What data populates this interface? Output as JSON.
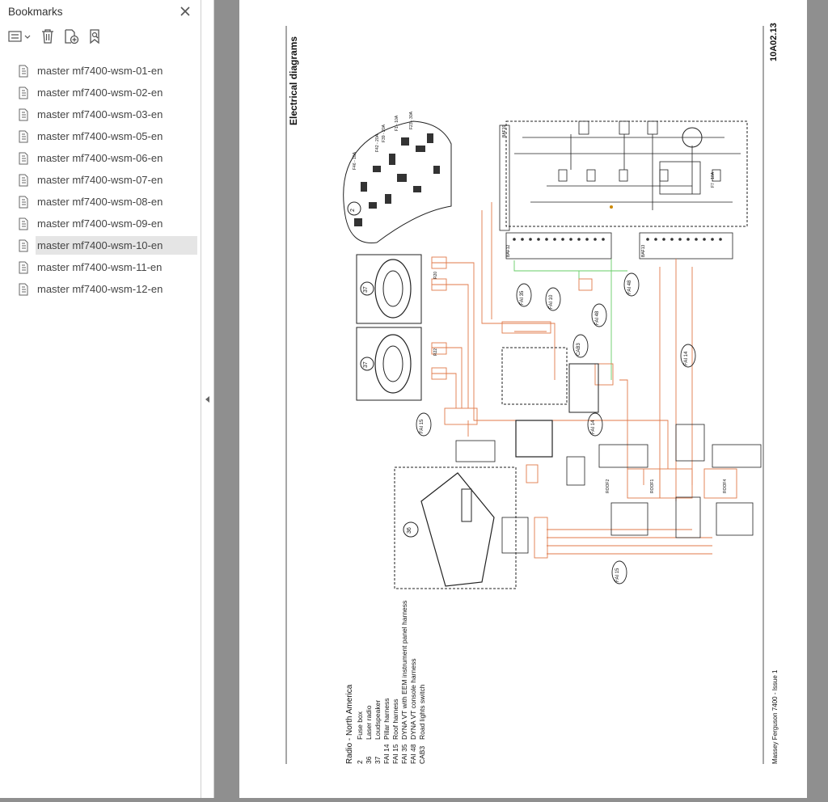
{
  "sidebar": {
    "title": "Bookmarks",
    "items": [
      {
        "label": "master mf7400-wsm-01-en"
      },
      {
        "label": "master mf7400-wsm-02-en"
      },
      {
        "label": "master mf7400-wsm-03-en"
      },
      {
        "label": "master mf7400-wsm-05-en"
      },
      {
        "label": "master mf7400-wsm-06-en"
      },
      {
        "label": "master mf7400-wsm-07-en"
      },
      {
        "label": "master mf7400-wsm-08-en"
      },
      {
        "label": "master mf7400-wsm-09-en"
      },
      {
        "label": "master mf7400-wsm-10-en",
        "selected": true
      },
      {
        "label": "master mf7400-wsm-11-en"
      },
      {
        "label": "master mf7400-wsm-12-en"
      }
    ]
  },
  "icons": {
    "close": "close-icon",
    "options": "list-options-icon",
    "delete": "trash-icon",
    "add": "add-bookmark-icon",
    "find": "find-bookmark-icon",
    "bookmark": "bookmark-page-icon",
    "collapse": "collapse-left-icon"
  },
  "doc": {
    "header_title": "Electrical diagrams",
    "page_code": "10A02.13",
    "footer": "Massey Ferguson 7400 - Issue 1",
    "legend_title": "Radio - North America",
    "legend": [
      {
        "code": "2",
        "desc": "Fuse box"
      },
      {
        "code": "36",
        "desc": "Laser radio"
      },
      {
        "code": "37",
        "desc": "Loudspeaker"
      },
      {
        "code": "FAI 14",
        "desc": "Pillar harness"
      },
      {
        "code": "FAI 15",
        "desc": "Roof harness"
      },
      {
        "code": "FAI 35",
        "desc": "DYNA VT with EEM instrument panel harness"
      },
      {
        "code": "FAI 48",
        "desc": "DYNA VT console harness"
      },
      {
        "code": "CAB3",
        "desc": "Road lights switch"
      }
    ],
    "labels": {
      "fusebox": "2",
      "radio": "36",
      "speaker": "37",
      "fai14": "FAI 14",
      "fai15": "FAI 15",
      "fai35": "FAI 35",
      "fai48": "FAI 48",
      "fai10": "FAI 10",
      "cab3": "CAB3",
      "baf12": "BAF12",
      "baf13": "BAF13",
      "baf19": "BAF19",
      "roof1": "ROOF1",
      "roof2": "ROOF2",
      "roof4": "ROOF4",
      "r20": "R20",
      "r22": "R22",
      "f46": "F46 - 10A",
      "f42": "F42 - 20A",
      "f39": "F39 - 20A",
      "f1": "F1 - 10A",
      "f23": "F23 - 30A",
      "f7": "F7 - 10A"
    }
  }
}
